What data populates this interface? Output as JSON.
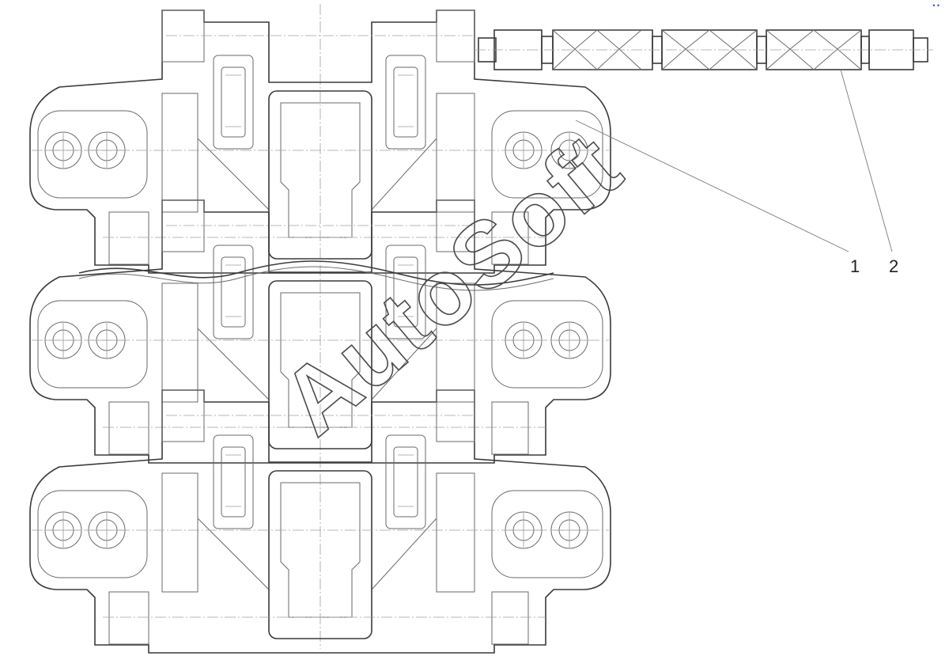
{
  "callouts": {
    "one": "1",
    "two": "2"
  },
  "watermark": "AutoSoft",
  "corner_mark": "• •"
}
